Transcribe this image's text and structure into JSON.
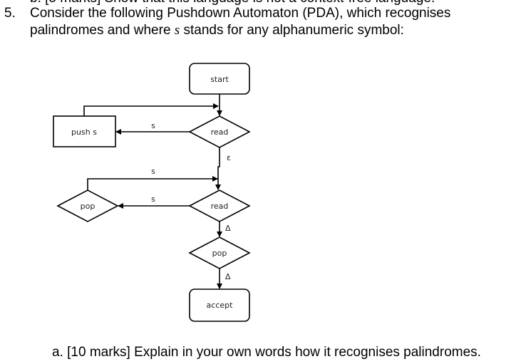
{
  "question_b_cut": "b. [5 marks] Show that this language is not a context-free language.",
  "question5": {
    "number": "5.",
    "line1": "Consider the following Pushdown Automaton (PDA), which recognises",
    "line2_before": "palindromes and where ",
    "symbol": "s",
    "line2_after": " stands for any alphanumeric symbol:"
  },
  "diagram": {
    "start": "start",
    "read1": "read",
    "push": "push s",
    "read2": "read",
    "pop_loop": "pop",
    "pop_final": "pop",
    "accept": "accept",
    "edge_s_push": "s",
    "edge_epsilon": "ε",
    "edge_s_loop": "s",
    "edge_s_pop": "s",
    "edge_delta1": "Δ",
    "edge_delta2": "Δ"
  },
  "question_a": "a. [10 marks] Explain in your own words how it recognises palindromes."
}
